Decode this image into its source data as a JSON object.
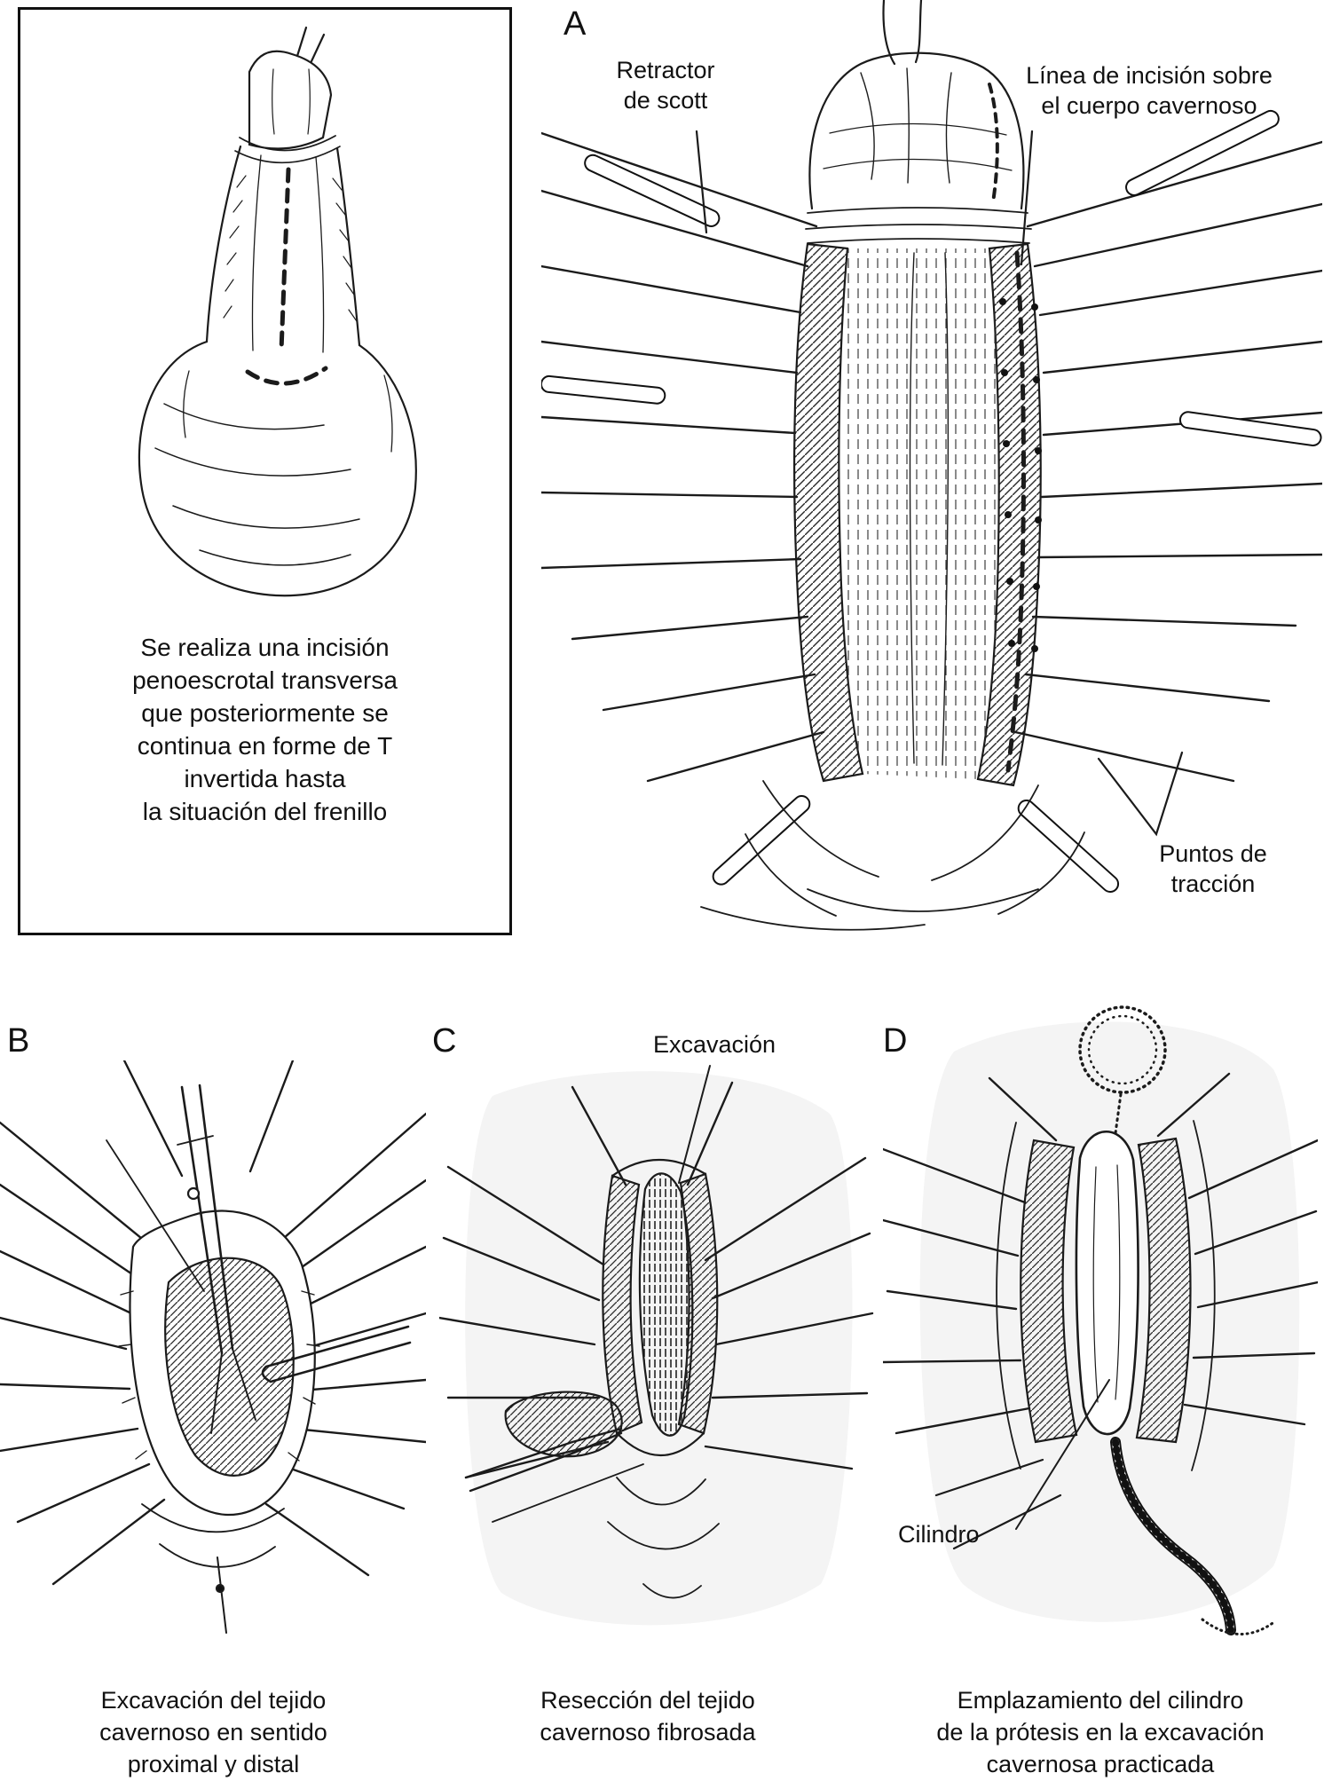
{
  "colors": {
    "ink": "#1b1b1b",
    "background": "#ffffff",
    "wash": "#f4f4f4"
  },
  "panels": {
    "intro": {
      "caption": "Se realiza una incisión\npenoescrotal transversa\nque posteriormente se\ncontinua en forme de T\ninvertida hasta\nla situación del frenillo"
    },
    "a": {
      "letter": "A",
      "label_retractor": "Retractor\nde scott",
      "label_incision": "Línea de incisión sobre\nel cuerpo cavernoso",
      "label_traction": "Puntos de\ntracción"
    },
    "b": {
      "letter": "B",
      "caption": "Excavación del tejido\ncavernoso en sentido\nproximal y distal"
    },
    "c": {
      "letter": "C",
      "label_excavation": "Excavación",
      "caption": "Resección del tejido\ncavernoso fibrosada"
    },
    "d": {
      "letter": "D",
      "label_cylinder": "Cilindro",
      "caption": "Emplazamiento del cilindro\nde la prótesis en la excavación\ncavernosa practicada"
    }
  }
}
